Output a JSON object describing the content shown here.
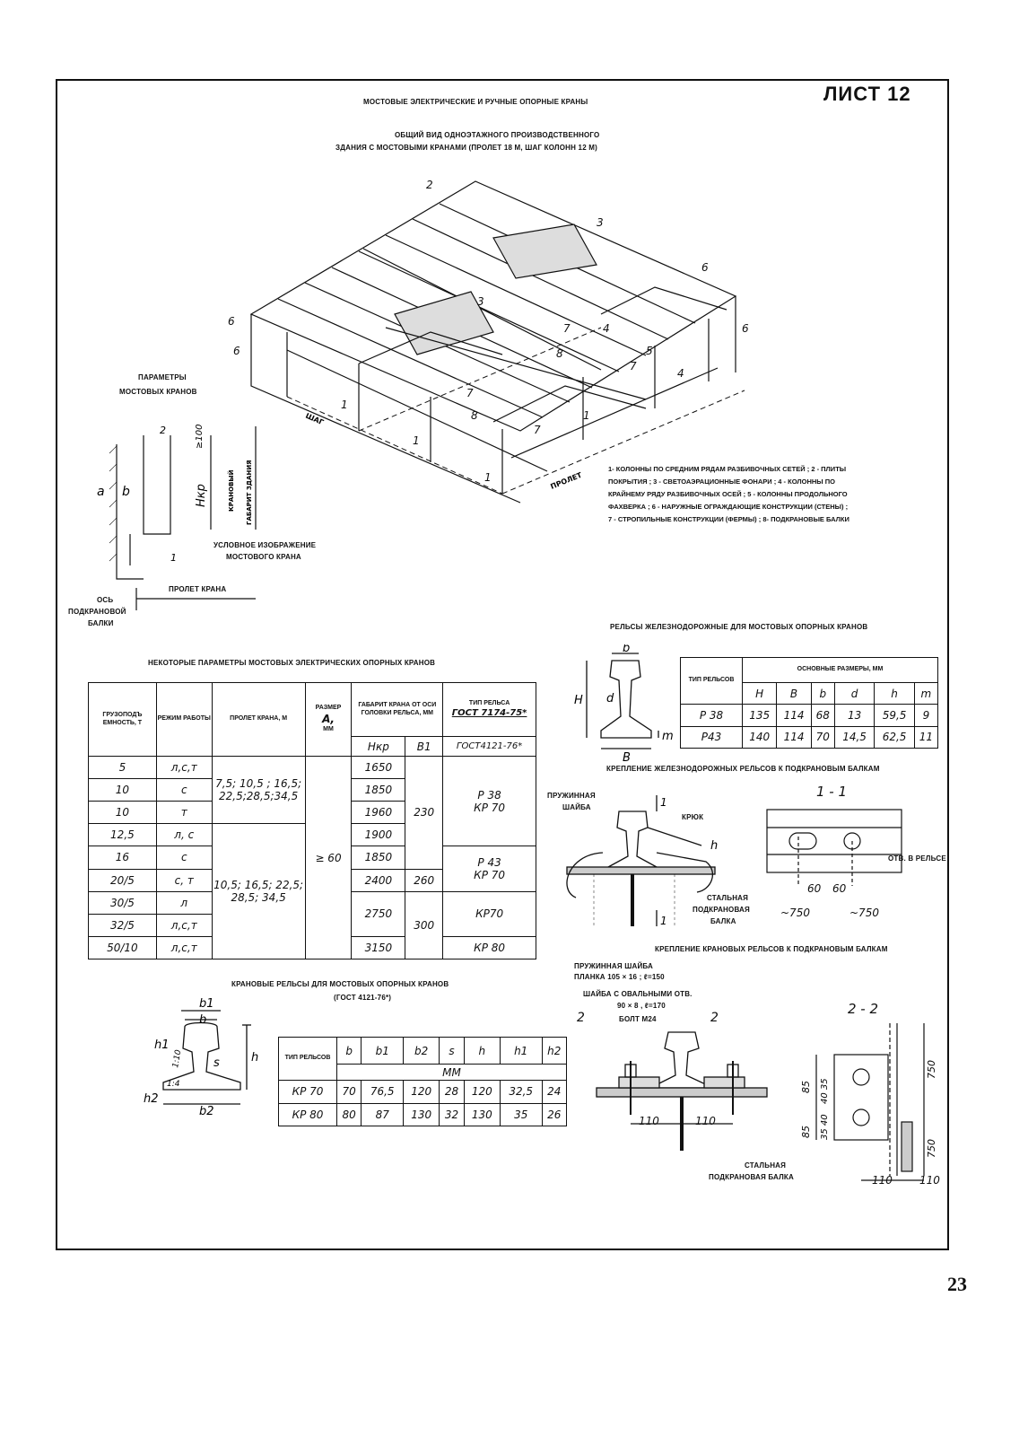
{
  "sheet_title": "ЛИСТ 12",
  "page_number": "23",
  "heading": "МОСТОВЫЕ ЭЛЕКТРИЧЕСКИЕ И РУЧНЫЕ ОПОРНЫЕ КРАНЫ",
  "general_view": {
    "title_line1": "ОБЩИЙ ВИД ОДНОЭТАЖНОГО ПРОИЗВОДСТВЕННОГО",
    "title_line2": "ЗДАНИЯ С МОСТОВЫМИ КРАНАМИ (ПРОЛЕТ 18 м, ШАГ КОЛОНН 12 м)",
    "label_step": "ШАГ",
    "label_span": "ПРОЛЕТ",
    "callouts": [
      "1",
      "2",
      "3",
      "4",
      "5",
      "6",
      "7",
      "8"
    ],
    "legend": [
      "1- КОЛОННЫ ПО СРЕДНИМ РЯДАМ РАЗБИВОЧНЫХ СЕТЕЙ ; 2 - ПЛИТЫ",
      "ПОКРЫТИЯ ; 3 - СВЕТОАЭРАЦИОННЫЕ ФОНАРИ ; 4 - КОЛОННЫ ПО",
      "КРАЙНЕМУ РЯДУ РАЗБИВОЧНЫХ ОСЕЙ ; 5 - КОЛОННЫ ПРОДОЛЬНОГО",
      "ФАХВЕРКА ; 6 - НАРУЖНЫЕ ОГРАЖДАЮЩИЕ КОНСТРУКЦИИ (СТЕНЫ) ;",
      "7 - СТРОПИЛЬНЫЕ КОНСТРУКЦИИ (ФЕРМЫ) ; 8- ПОДКРАНОВЫЕ БАЛКИ"
    ]
  },
  "crane_params": {
    "title_line1": "ПАРАМЕТРЫ",
    "title_line2": "МОСТОВЫХ КРАНОВ",
    "label_crane_clearance": "КРАНОВЫЙ",
    "label_building_clearance": "ГАБАРИТ ЗДАНИЯ",
    "label_conditional_line1": "УСЛОВНОЕ ИЗОБРАЖЕНИЕ",
    "label_conditional_line2": "МОСТОВОГО КРАНА",
    "label_crane_span": "ПРОЛЕТ КРАНА",
    "label_axis_line1": "ОСЬ",
    "label_axis_line2": "ПОДКРАНОВОЙ",
    "label_axis_line3": "БАЛКИ",
    "dim_a": "a",
    "dim_b": "b",
    "dim_100": "≥100",
    "dim_hkr": "Hкр",
    "num_2": "2",
    "num_1": "1"
  },
  "electric_table": {
    "title": "НЕКОТОРЫЕ ПАРАМЕТРЫ МОСТОВЫХ ЭЛЕКТРИЧЕСКИХ ОПОРНЫХ КРАНОВ",
    "headers": {
      "capacity": "ГРУЗОПОДЪ ЕМНОСТЬ, Т",
      "mode": "РЕЖИМ РАБОТЫ",
      "span": "ПРОЛЕТ КРАНА, М",
      "size": "РАЗМЕР",
      "size_symbol": "α,",
      "size_unit": "ММ",
      "clearance": "ГАБАРИТ КРАНА ОТ ОСИ ГОЛОВКИ РЕЛЬСА, ММ",
      "rail_type": "ТИП РЕЛЬСА",
      "gost1": "ГОСТ 7174-75*",
      "gost2": "ГОСТ4121-76*",
      "hkr": "Hкр",
      "b1": "B1"
    },
    "rows": [
      {
        "capacity": "5",
        "mode": "л,с,т",
        "hkr": "1650"
      },
      {
        "capacity": "10",
        "mode": "с",
        "hkr": "1850"
      },
      {
        "capacity": "10",
        "mode": "т",
        "hkr": "1960"
      },
      {
        "capacity": "12,5",
        "mode": "л, с",
        "hkr": "1900"
      },
      {
        "capacity": "16",
        "mode": "с",
        "hkr": "1850"
      },
      {
        "capacity": "20/5",
        "mode": "с, т",
        "hkr": "2400"
      },
      {
        "capacity": "30/5",
        "mode": "л",
        "hkr": "2750"
      },
      {
        "capacity": "32/5",
        "mode": "л,с,т",
        "hkr": ""
      },
      {
        "capacity": "50/10",
        "mode": "л,с,т",
        "hkr": "3150"
      }
    ],
    "span_group1_line1": "7,5; 10,5 ; 16,5;",
    "span_group1_line2": "22,5;28,5;34,5",
    "span_group2_line1": "10,5; 16,5; 22,5;",
    "span_group2_line2": "28,5; 34,5",
    "size_value": "≥ 60",
    "b1_230": "230",
    "b1_260": "260",
    "b1_300": "300",
    "rail_p38": "Р 38",
    "rail_kr70a": "КР 70",
    "rail_p43": "Р 43",
    "rail_kr70b": "КР 70",
    "rail_kr70c": "КР70",
    "rail_kr80": "КР 80"
  },
  "railway_rails": {
    "title": "РЕЛЬСЫ ЖЕЛЕЗНОДОРОЖНЫЕ ДЛЯ МОСТОВЫХ ОПОРНЫХ КРАНОВ",
    "type_header": "ТИП РЕЛЬСОВ",
    "group_header": "ОСНОВНЫЕ РАЗМЕРЫ, ММ",
    "columns": [
      "H",
      "B",
      "b",
      "d",
      "h",
      "m"
    ],
    "rows": [
      {
        "type": "Р 38",
        "values": [
          "135",
          "114",
          "68",
          "13",
          "59,5",
          "9"
        ]
      },
      {
        "type": "Р43",
        "values": [
          "140",
          "114",
          "70",
          "14,5",
          "62,5",
          "11"
        ]
      }
    ],
    "dims": {
      "b": "b",
      "H": "H",
      "d": "d",
      "m": "m",
      "B": "B"
    }
  },
  "fastening_railway": {
    "title": "КРЕПЛЕНИЕ ЖЕЛЕЗНОДОРОЖНЫХ РЕЛЬСОВ К ПОДКРАНОВЫМ БАЛКАМ",
    "spring_washer_line1": "ПРУЖИННАЯ",
    "spring_washer_line2": "ШАЙБА",
    "hook": "КРЮК",
    "steel_beam_line1": "СТАЛЬНАЯ",
    "steel_beam_line2": "ПОДКРАНОВАЯ",
    "steel_beam_line3": "БАЛКА",
    "section": "1 - 1",
    "hole": "ОТВ. В РЕЛЬСЕ",
    "dim_60a": "60",
    "dim_60b": "60",
    "dim_750a": "~750",
    "dim_750b": "~750",
    "dim_h": "h",
    "mark_1a": "1",
    "mark_1b": "1"
  },
  "fastening_crane": {
    "title": "КРЕПЛЕНИЕ КРАНОВЫХ РЕЛЬСОВ К ПОДКРАНОВЫМ БАЛКАМ",
    "spring_washer": "ПРУЖИННАЯ ШАЙБА",
    "plate": "ПЛАНКА 105 × 16 ; ℓ=150",
    "oval_washer": "ШАЙБА С ОВАЛЬНЫМИ ОТВ.",
    "oval_dims": "90 × 8 , ℓ=170",
    "bolt": "БОЛТ М24",
    "beam_line1": "СТАЛЬНАЯ",
    "beam_line2": "ПОДКРАНОВАЯ БАЛКА",
    "section": "2 - 2",
    "dim_110a": "110",
    "dim_110b": "110",
    "dim_110c": "110",
    "dim_110d": "110",
    "dim_85a": "85",
    "dim_85b": "85",
    "dim_4035": "40 35",
    "dim_3540": "35 40",
    "dim_750a": "750",
    "dim_750b": "750",
    "mark_2a": "2",
    "mark_2b": "2"
  },
  "crane_rails": {
    "title": "КРАНОВЫЕ РЕЛЬСЫ ДЛЯ МОСТОВЫХ ОПОРНЫХ КРАНОВ",
    "gost": "(ГОСТ 4121-76*)",
    "type_header": "ТИП РЕЛЬСОВ",
    "columns": [
      "b",
      "b1",
      "b2",
      "s",
      "h",
      "h1",
      "h2"
    ],
    "unit": "ММ",
    "rows": [
      {
        "type": "КР 70",
        "values": [
          "70",
          "76,5",
          "120",
          "28",
          "120",
          "32,5",
          "24"
        ]
      },
      {
        "type": "КР 80",
        "values": [
          "80",
          "87",
          "130",
          "32",
          "130",
          "35",
          "26"
        ]
      }
    ],
    "dims": {
      "b1": "b1",
      "b": "b",
      "h1": "h1",
      "h": "h",
      "s": "s",
      "h2": "h2",
      "b2": "b2",
      "slope1": "1:10",
      "slope2": "1:4"
    }
  }
}
